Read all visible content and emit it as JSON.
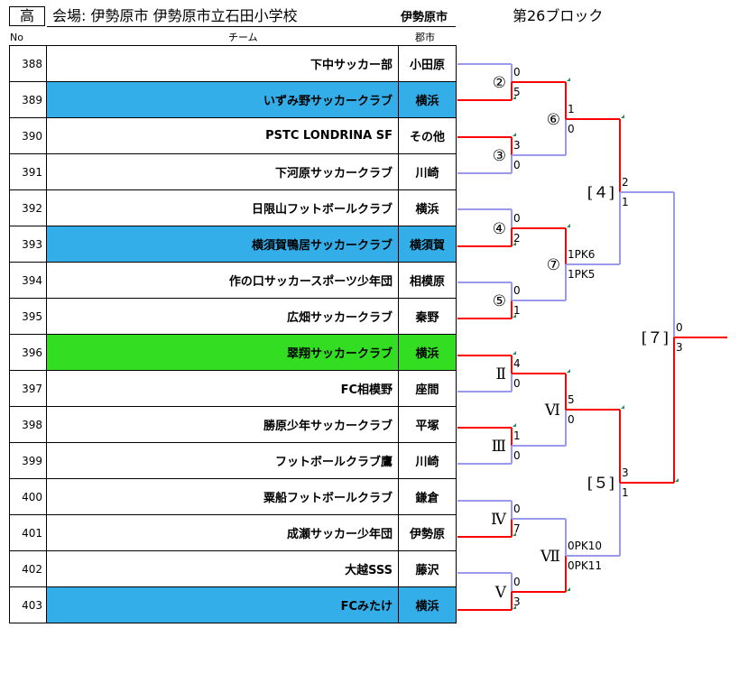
{
  "header": {
    "level": "高",
    "venue": "会場: 伊勢原市 伊勢原市立石田小学校",
    "organizer": "伊勢原市",
    "block": "第26ブロック"
  },
  "columns": {
    "no": "No",
    "team": "チーム",
    "city": "郡市"
  },
  "teams": [
    {
      "no": "388",
      "name": "下中サッカー部",
      "city": "小田原",
      "highlight": ""
    },
    {
      "no": "389",
      "name": "いずみ野サッカークラブ",
      "city": "横浜",
      "highlight": "blue"
    },
    {
      "no": "390",
      "name": "PSTC LONDRINA SF",
      "city": "その他",
      "highlight": ""
    },
    {
      "no": "391",
      "name": "下河原サッカークラブ",
      "city": "川崎",
      "highlight": ""
    },
    {
      "no": "392",
      "name": "日限山フットボールクラブ",
      "city": "横浜",
      "highlight": ""
    },
    {
      "no": "393",
      "name": "横須賀鴨居サッカークラブ",
      "city": "横須賀",
      "highlight": "blue"
    },
    {
      "no": "394",
      "name": "作の口サッカースポーツ少年団",
      "city": "相模原",
      "highlight": ""
    },
    {
      "no": "395",
      "name": "広畑サッカークラブ",
      "city": "秦野",
      "highlight": ""
    },
    {
      "no": "396",
      "name": "翠翔サッカークラブ",
      "city": "横浜",
      "highlight": "green"
    },
    {
      "no": "397",
      "name": "FC相模野",
      "city": "座間",
      "highlight": ""
    },
    {
      "no": "398",
      "name": "勝原少年サッカークラブ",
      "city": "平塚",
      "highlight": ""
    },
    {
      "no": "399",
      "name": "フットボールクラブ鷹",
      "city": "川崎",
      "highlight": ""
    },
    {
      "no": "400",
      "name": "粟船フットボールクラブ",
      "city": "鎌倉",
      "highlight": ""
    },
    {
      "no": "401",
      "name": "成瀬サッカー少年団",
      "city": "伊勢原",
      "highlight": ""
    },
    {
      "no": "402",
      "name": "大越SSS",
      "city": "藤沢",
      "highlight": ""
    },
    {
      "no": "403",
      "name": "FCみたけ",
      "city": "横浜",
      "highlight": "blue"
    }
  ],
  "matches": {
    "r1": [
      {
        "label": "②",
        "top": "0",
        "bottom": "5",
        "winner": "bottom"
      },
      {
        "label": "③",
        "top": "3",
        "bottom": "0",
        "winner": "top"
      },
      {
        "label": "④",
        "top": "0",
        "bottom": "2",
        "winner": "bottom"
      },
      {
        "label": "⑤",
        "top": "0",
        "bottom": "1",
        "winner": "bottom"
      },
      {
        "label": "Ⅱ",
        "top": "4",
        "bottom": "0",
        "winner": "top"
      },
      {
        "label": "Ⅲ",
        "top": "1",
        "bottom": "0",
        "winner": "top"
      },
      {
        "label": "Ⅳ",
        "top": "0",
        "bottom": "7",
        "winner": "bottom"
      },
      {
        "label": "Ⅴ",
        "top": "0",
        "bottom": "3",
        "winner": "bottom"
      }
    ],
    "r2": [
      {
        "label": "⑥",
        "top": "1",
        "bottom": "0",
        "winner": "top"
      },
      {
        "label": "⑦",
        "top": "1PK6",
        "bottom": "1PK5",
        "winner": "top"
      },
      {
        "label": "Ⅵ",
        "top": "5",
        "bottom": "0",
        "winner": "top"
      },
      {
        "label": "Ⅶ",
        "top": "0PK10",
        "bottom": "0PK11",
        "winner": "bottom"
      }
    ],
    "r3": [
      {
        "label": "[４]",
        "top": "2",
        "bottom": "1",
        "winner": "top"
      },
      {
        "label": "[５]",
        "top": "3",
        "bottom": "1",
        "winner": "top"
      }
    ],
    "r4": [
      {
        "label": "[７]",
        "top": "0",
        "bottom": "3",
        "winner": "bottom"
      }
    ]
  },
  "colors": {
    "win_line": "#ff0000",
    "lose_line": "#9999ee",
    "highlight_blue": "#33aee8",
    "highlight_green": "#33dd22",
    "marker": "#2e8b57"
  }
}
